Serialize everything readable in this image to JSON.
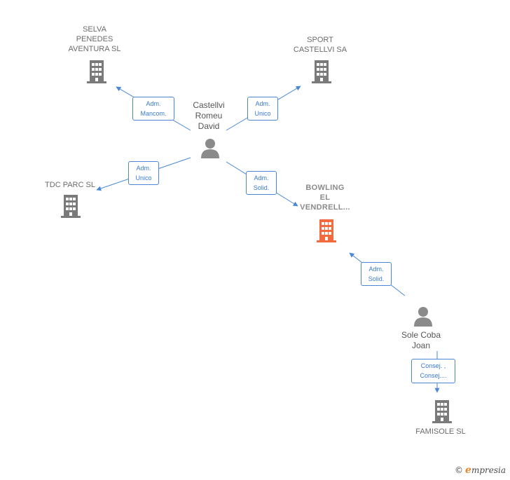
{
  "colors": {
    "edge": "#4a88d6",
    "company": "#7a7a7a",
    "focus_company": "#f26a3d",
    "person": "#8a8a8a"
  },
  "companies": {
    "selva": "SELVA\nPENEDES\nAVENTURA  SL",
    "sport": "SPORT\nCASTELLVI SA",
    "tdc": "TDC PARC SL",
    "bowling": "BOWLING\nEL\nVENDRELL...",
    "famisole": "FAMISOLE SL"
  },
  "people": {
    "castellvi": "Castellvi\nRomeu\nDavid",
    "sole": "Sole Coba\nJoan"
  },
  "relations": {
    "selva": "Adm.\nMancom.",
    "sport": "Adm.\nUnico",
    "tdc": "Adm.\nUnico",
    "bowling_castellvi": "Adm.\nSolid.",
    "bowling_sole": "Adm.\nSolid.",
    "famisole": "Consej. ,\nConsej...."
  },
  "brand": {
    "copyright": "©",
    "name_initial": "e",
    "name_rest": "mpresia"
  }
}
